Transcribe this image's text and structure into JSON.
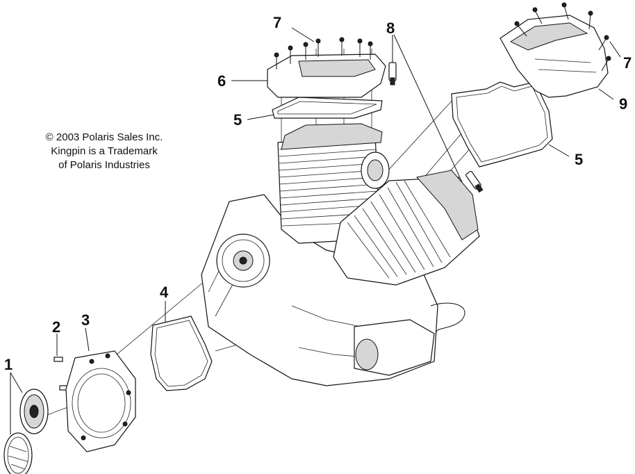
{
  "copyright": {
    "line1": "© 2003 Polaris Sales Inc.",
    "line2": "Kingpin is a Trademark",
    "line3": "of Polaris Industries"
  },
  "callouts": {
    "c1": "1",
    "c2": "2",
    "c3": "3",
    "c4": "4",
    "c5a": "5",
    "c5b": "5",
    "c6": "6",
    "c7a": "7",
    "c7b": "7",
    "c8": "8",
    "c9": "9"
  },
  "colors": {
    "ink": "#111111",
    "paper": "#ffffff",
    "shade": "#d6d6d6"
  }
}
